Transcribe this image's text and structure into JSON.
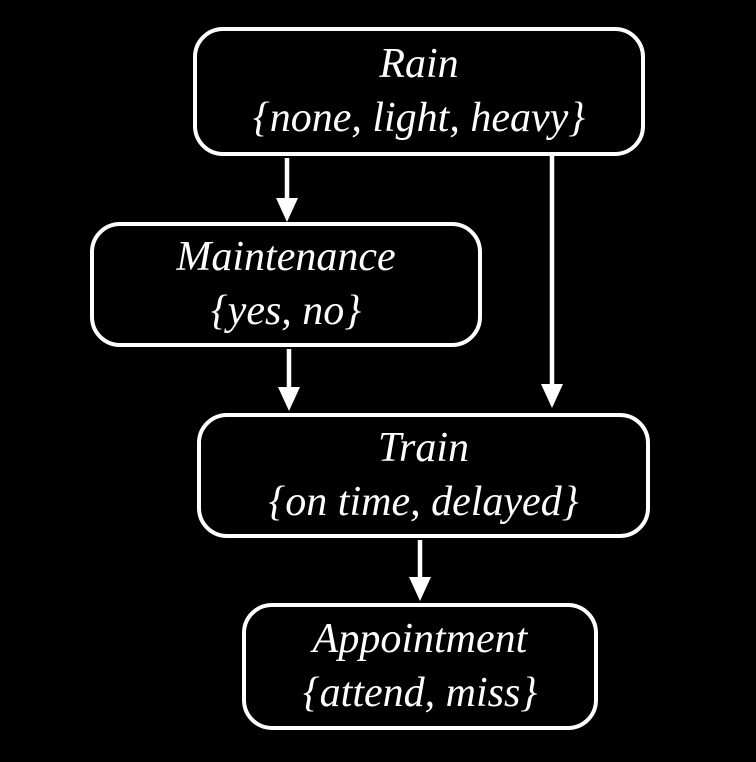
{
  "diagram": {
    "type": "bayesian-network",
    "nodes": {
      "rain": {
        "name": "Rain",
        "values": "{none, light, heavy}"
      },
      "maintenance": {
        "name": "Maintenance",
        "values": "{yes, no}"
      },
      "train": {
        "name": "Train",
        "values": "{on time, delayed}"
      },
      "appointment": {
        "name": "Appointment",
        "values": "{attend, miss}"
      }
    },
    "edges": [
      {
        "from": "Rain",
        "to": "Maintenance"
      },
      {
        "from": "Rain",
        "to": "Train"
      },
      {
        "from": "Maintenance",
        "to": "Train"
      },
      {
        "from": "Train",
        "to": "Appointment"
      }
    ],
    "colors": {
      "background": "#000000",
      "node_border": "#ffffff",
      "node_fill": "#000000",
      "text": "#ffffff",
      "arrow": "#ffffff"
    }
  }
}
